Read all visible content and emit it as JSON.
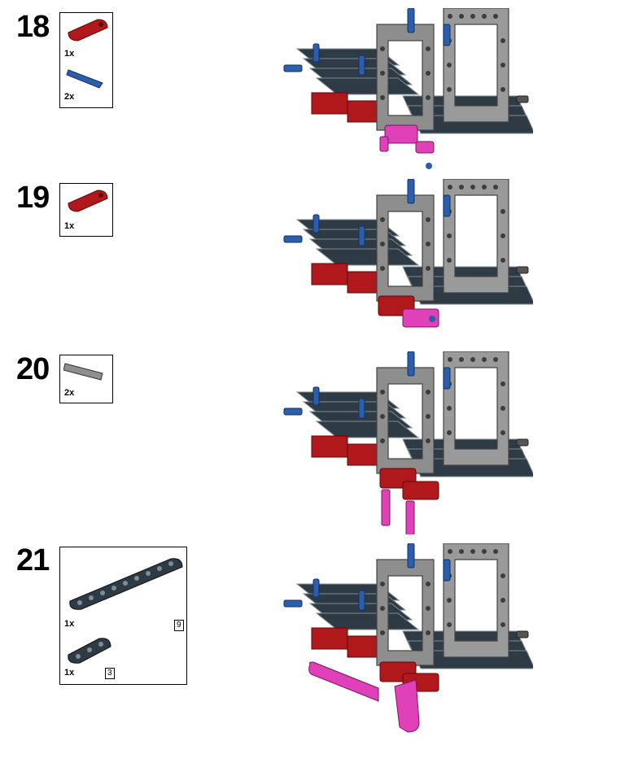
{
  "steps": [
    {
      "number": "18",
      "parts": [
        {
          "name": "red axle-pin connector",
          "qty": "1x"
        },
        {
          "name": "blue axle pin",
          "qty": "2x"
        }
      ]
    },
    {
      "number": "19",
      "parts": [
        {
          "name": "red axle-pin connector",
          "qty": "1x"
        }
      ]
    },
    {
      "number": "20",
      "parts": [
        {
          "name": "gray axle pin",
          "qty": "2x"
        }
      ]
    },
    {
      "number": "21",
      "parts": [
        {
          "name": "dark beam 9",
          "qty": "1x",
          "length": "9"
        },
        {
          "name": "dark beam 3",
          "qty": "1x",
          "length": "3"
        }
      ]
    }
  ],
  "colors": {
    "red": "#b0181c",
    "blue": "#2a5fae",
    "gray": "#8e8e8e",
    "dark": "#2e3a44",
    "pink": "#e040b8"
  }
}
